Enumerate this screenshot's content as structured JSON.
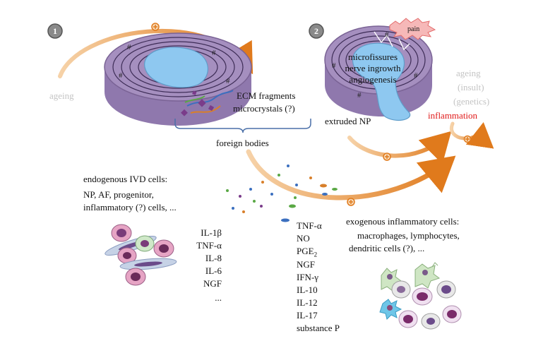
{
  "steps": [
    "1",
    "2"
  ],
  "labels": {
    "ageing_left": "ageing",
    "ecm_line1": "ECM fragments",
    "ecm_line2": "microcrystals (?)",
    "foreign_bodies": "foreign bodies",
    "pain": "pain",
    "damage1": "microfissures",
    "damage2": "nerve ingrowth",
    "damage3": "angiogenesis",
    "extruded_np": "extruded NP",
    "right_ageing": "ageing",
    "right_insult": "(insult)",
    "right_genetics": "(genetics)",
    "inflammation": "inflammation",
    "endogenous_title": "endogenous IVD cells:",
    "endogenous_line2": "NP, AF, progenitor,",
    "endogenous_line3": "inflammatory (?) cells, ...",
    "exogenous_title": "exogenous inflammatory cells:",
    "exogenous_line2": "macrophages, lymphocytes,",
    "exogenous_line3": "dendritic cells (?), ...",
    "pge_base": "PGE",
    "pge_sub": "2"
  },
  "endogenous_mediators": [
    "IL-1β",
    "TNF-α",
    "IL-8",
    "IL-6",
    "NGF",
    "..."
  ],
  "exogenous_mediators": [
    "TNF-α",
    "NO",
    "",
    "NGF",
    "IFN-γ",
    "IL-10",
    "IL-12",
    "IL-17",
    "substance P"
  ],
  "colors": {
    "arrow": "#e07a1c",
    "annulus": "#a58fbf",
    "nucleus": "#8ec8f0",
    "inflammation": "#e01818",
    "grey_text": "#c4c4c4",
    "bracket": "#4a6fa8"
  }
}
